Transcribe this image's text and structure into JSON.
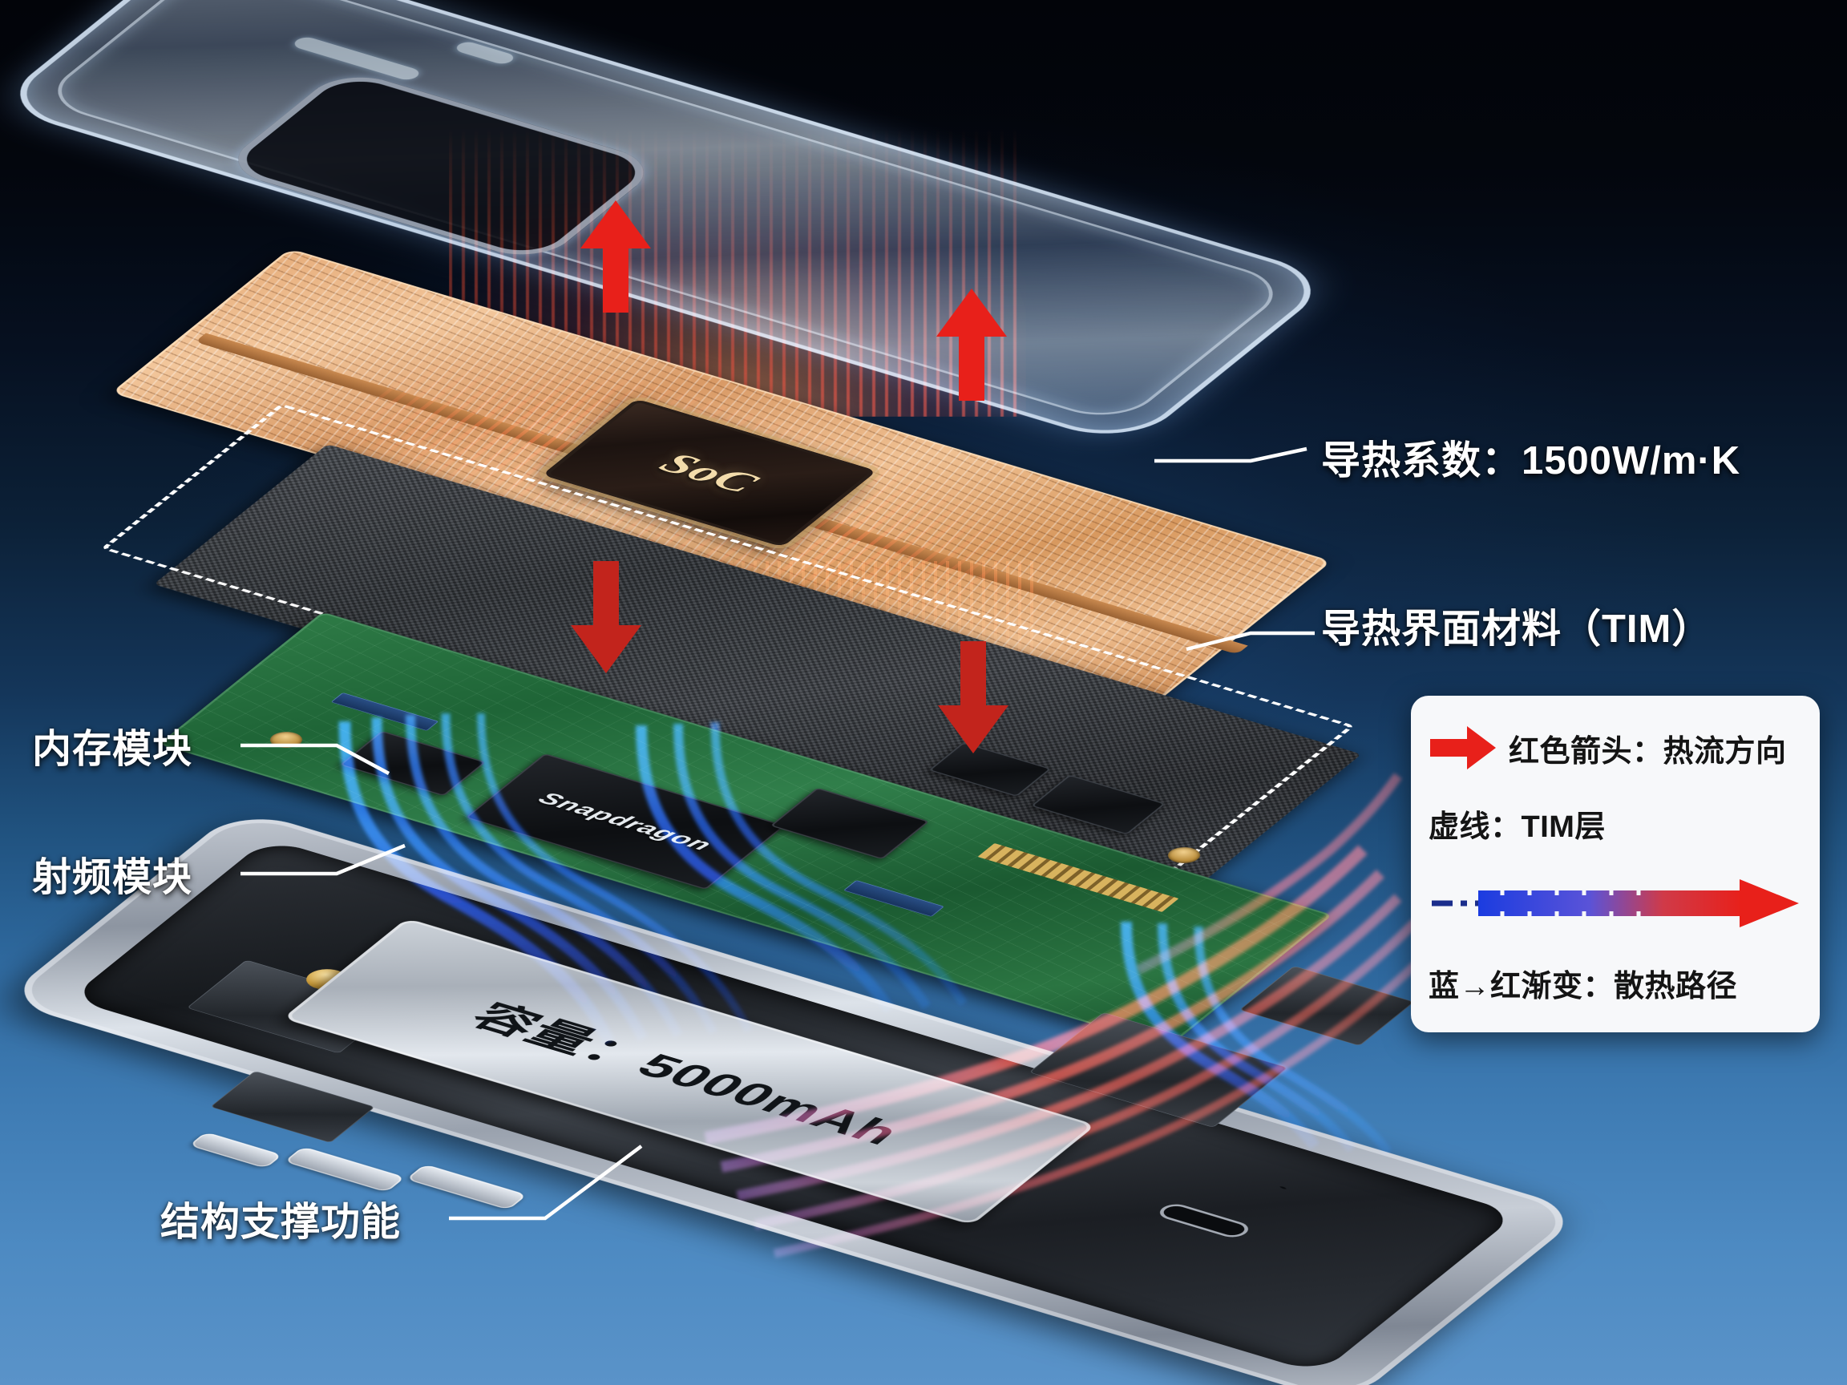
{
  "diagram": {
    "title": "smartphone-thermal-exploded-view",
    "background_top_color": "#020409",
    "background_bottom_color": "#5a93c9"
  },
  "layers": {
    "case": {
      "name": "transparent-phone-case"
    },
    "vapor_chamber": {
      "name": "copper-vapor-chamber",
      "chip_label": "SoC"
    },
    "tim": {
      "name": "thermal-interface-material"
    },
    "pcb": {
      "name": "motherboard-pcb",
      "chip_label": "Snapdragon"
    },
    "chassis": {
      "name": "phone-chassis",
      "battery_label": "容量：5000mAh"
    }
  },
  "callouts": [
    {
      "id": "memory",
      "label": "内存模块",
      "side": "left"
    },
    {
      "id": "rf",
      "label": "射频模块",
      "side": "left"
    },
    {
      "id": "structure",
      "label": "结构支撑功能",
      "side": "left"
    },
    {
      "id": "conductivity",
      "label": "导热系数：1500W/m·K",
      "side": "right"
    },
    {
      "id": "tim",
      "label": "导热界面材料（TIM）",
      "side": "right"
    }
  ],
  "legend": {
    "rows": [
      {
        "id": "red-arrow",
        "icon": "red-arrow-icon",
        "label": "红色箭头：热流方向"
      },
      {
        "id": "dashed-line",
        "icon": "dashed-line-icon",
        "label": "虚线：TIM层"
      },
      {
        "id": "gradient-arrow",
        "icon": "blue-to-red-gradient-arrow-icon",
        "label": "蓝→红渐变：散热路径"
      }
    ],
    "colors": {
      "red": "#e8201a",
      "blue": "#1b3ce0",
      "box_background": "#f7f8fa"
    }
  },
  "arrows": {
    "up_color": "#e8201a",
    "down_color": "#c2241c",
    "count_up": 2,
    "count_down": 2
  },
  "flow": {
    "cold_color": "#1f6fff",
    "hot_color": "#ef2b22"
  }
}
